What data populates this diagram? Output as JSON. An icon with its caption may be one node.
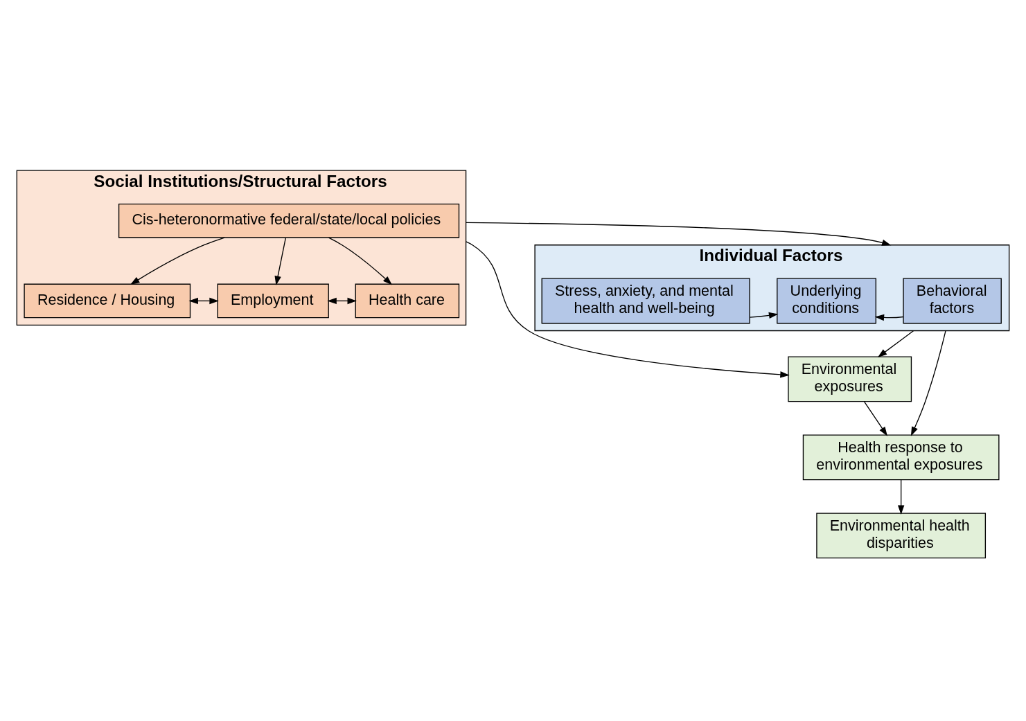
{
  "diagram": {
    "nodes": [
      {
        "text": [
          "Social Institutions/Structural Factors"
        ]
      },
      {
        "text": [
          "Cis-heteronormative federal/state/local policies"
        ],
        "in": 0
      },
      {
        "text": [
          "Residence / Housing"
        ],
        "in": 0
      },
      {
        "text": [
          "Employment"
        ],
        "in": 0
      },
      {
        "text": [
          "Health care"
        ],
        "in": 0
      },
      {
        "text": [
          "Individual Factors"
        ]
      },
      {
        "text": [
          "Behavioral factors"
        ],
        "in": 5
      },
      {
        "text": [
          "Underlying conditions"
        ],
        "in": 5
      },
      {
        "text": [
          "Stress, anxiety, and mental health and well-being"
        ],
        "in": 5
      },
      {
        "text": [
          "Environmental exposures"
        ]
      },
      {
        "text": [
          "Health response to environmental exposures"
        ]
      },
      {
        "text": [
          "Environmental health disparities"
        ]
      }
    ],
    "edges": [
      {
        "from": 1,
        "to": 2,
        "arrow": "to"
      },
      {
        "from": 1,
        "to": 3,
        "arrow": "to"
      },
      {
        "from": 1,
        "to": 4,
        "arrow": "to"
      },
      {
        "from": 2,
        "to": 3,
        "arrow": "both"
      },
      {
        "from": 3,
        "to": 4,
        "arrow": "both"
      },
      {
        "from": 0,
        "to": 5,
        "arrow": "to"
      },
      {
        "from": 6,
        "to": 7,
        "arrow": "to"
      },
      {
        "from": 8,
        "to": 7,
        "arrow": "to"
      },
      {
        "from": 5,
        "to": 9,
        "arrow": "to"
      },
      {
        "from": 0,
        "to": 9,
        "arrow": "to"
      },
      {
        "from": 9,
        "to": 10,
        "arrow": "to"
      },
      {
        "from": 5,
        "to": 10,
        "arrow": "to"
      },
      {
        "from": 10,
        "to": 11,
        "arrow": "to"
      }
    ]
  }
}
